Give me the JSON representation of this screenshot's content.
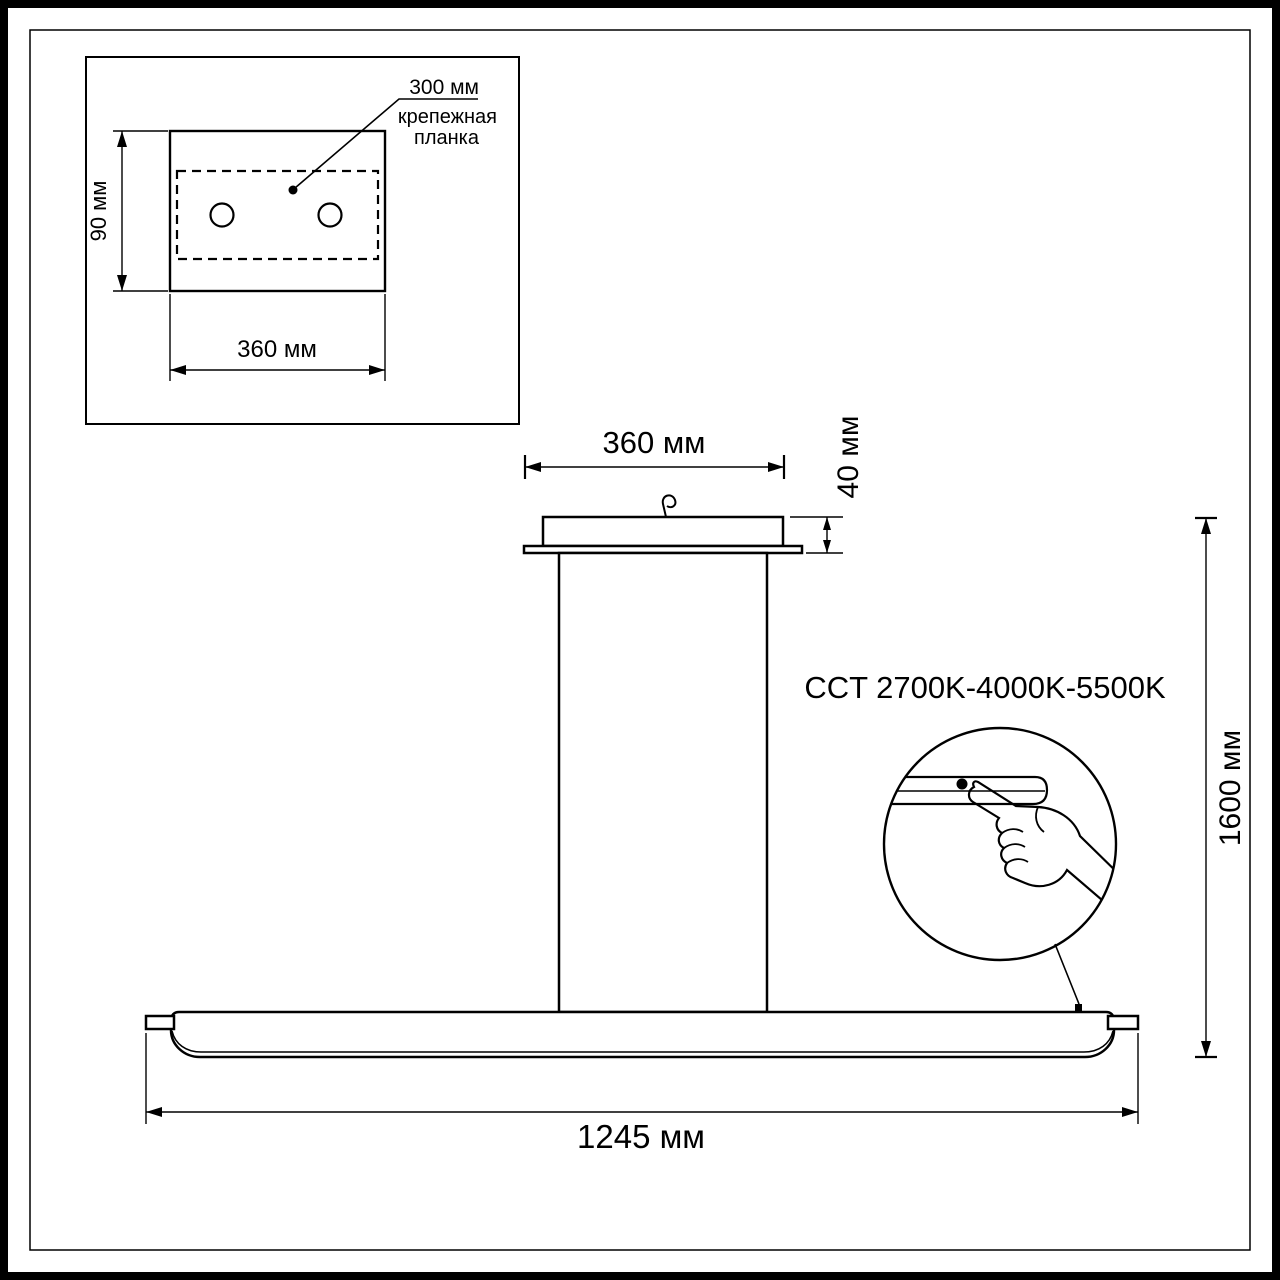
{
  "colors": {
    "ink": "#000000",
    "paper": "#ffffff"
  },
  "diagram": {
    "inset": {
      "hole_spacing": "300 мм",
      "plate_word1": "крепежная",
      "plate_word2": "планка",
      "height": "90 мм",
      "width": "360 мм"
    },
    "pendant": {
      "canopy_width": "360 мм",
      "canopy_height": "40 мм",
      "total_height": "1600 мм",
      "length": "1245 мм",
      "cct_label": "CCT 2700K-4000K-5500K"
    }
  }
}
